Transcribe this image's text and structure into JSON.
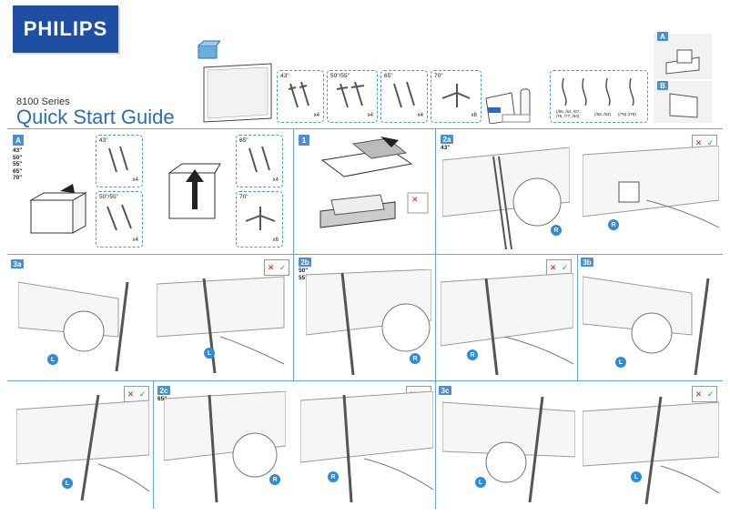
{
  "header": {
    "brand": "PHILIPS",
    "series": "8100 Series",
    "title": "Quick Start Guide"
  },
  "box_contents": {
    "stand_sizes": [
      "43\"",
      "50\"/55\"",
      "65\"",
      "70\""
    ],
    "screw_counts": [
      "x4",
      "x4",
      "x4",
      "x6"
    ],
    "cable_labels": [
      "(/56, /62, /67, /75, /77, /94)",
      "(/58, /62)",
      "(/79) (/79)"
    ]
  },
  "options": {
    "a_label": "A",
    "b_label": "B"
  },
  "unpack": {
    "label": "A",
    "sizes": [
      "43\"",
      "50\"",
      "55\"",
      "65\"",
      "70\""
    ],
    "stands": [
      "43\"",
      "50\"/55\"",
      "65\"",
      "70\""
    ],
    "counts": [
      "x4",
      "x4",
      "x4",
      "x6"
    ]
  },
  "steps": {
    "step1": "1",
    "step2a": "2a",
    "step2a_size": "43\"",
    "step3a": "3a",
    "step2b": "2b",
    "step2b_sizes": [
      "50\"",
      "55\""
    ],
    "step3b": "3b",
    "step2c": "2c",
    "step2c_size": "65\"",
    "step3c": "3c"
  },
  "side_marks": {
    "left": "L",
    "right": "R"
  },
  "icons": {
    "ok": "✓",
    "no": "✕"
  },
  "colors": {
    "brand": "#1f4fa3",
    "accent": "#4a8fd0",
    "dashed_border": "#4f98c9"
  }
}
